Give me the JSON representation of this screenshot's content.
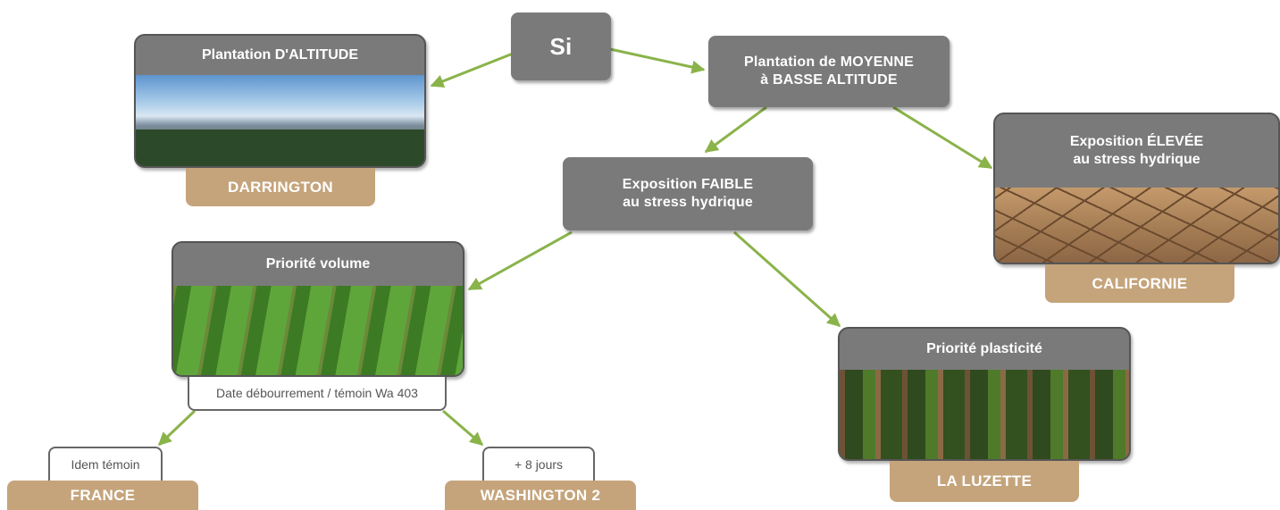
{
  "root": {
    "label": "Si"
  },
  "branches": {
    "altitude": {
      "title": "Plantation D'ALTITUDE",
      "result": "DARRINGTON",
      "image": "mountains"
    },
    "moyenne": {
      "title": "Plantation de MOYENNE\nà BASSE ALTITUDE"
    },
    "elevee": {
      "title": "Exposition ÉLEVÉE\nau stress hydrique",
      "result": "CALIFORNIE",
      "image": "cracked-soil"
    },
    "faible": {
      "title": "Exposition FAIBLE\nau stress hydrique"
    },
    "volume": {
      "title": "Priorité volume",
      "image": "tree-nursery-rows",
      "note": "Date débourrement / témoin Wa 403",
      "left": {
        "note": "Idem témoin",
        "result": "FRANCE"
      },
      "right": {
        "note": "+ 8 jours",
        "result": "WASHINGTON 2"
      }
    },
    "plasticite": {
      "title": "Priorité plasticité",
      "result": "LA LUZETTE",
      "image": "forest"
    }
  },
  "colors": {
    "box_grey": "#7a7a7a",
    "label_tan": "#c5a47b",
    "arrow_green": "#8ab34a",
    "note_border": "#666666"
  }
}
